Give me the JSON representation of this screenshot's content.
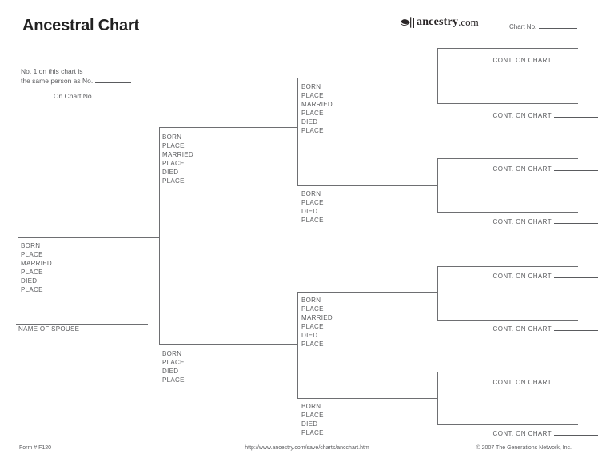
{
  "header": {
    "title": "Ancestral Chart",
    "chart_no_label": "Chart No.",
    "logo": {
      "icon": "ancestry-leaf-icon",
      "brand": "ancestry",
      "tld": ".com"
    }
  },
  "intro": {
    "line1": "No. 1 on this chart is",
    "line2": "the same person as No.",
    "on_chart_label": "On Chart No."
  },
  "fields": {
    "person_full": [
      "BORN",
      "PLACE",
      "MARRIED",
      "PLACE",
      "DIED",
      "PLACE"
    ],
    "person_short": [
      "BORN",
      "PLACE",
      "DIED",
      "PLACE"
    ],
    "spouse_label": "NAME OF SPOUSE",
    "cont_label": "CONT. ON CHART"
  },
  "footer": {
    "form_number": "Form # F120",
    "url": "http://www.ancestry.com/save/charts/ancchart.htm",
    "copyright": "© 2007 The Generations Network, Inc."
  },
  "colors": {
    "line": "#6e6f72",
    "text": "#5a5b5e",
    "title": "#222222",
    "logo": "#292526"
  }
}
